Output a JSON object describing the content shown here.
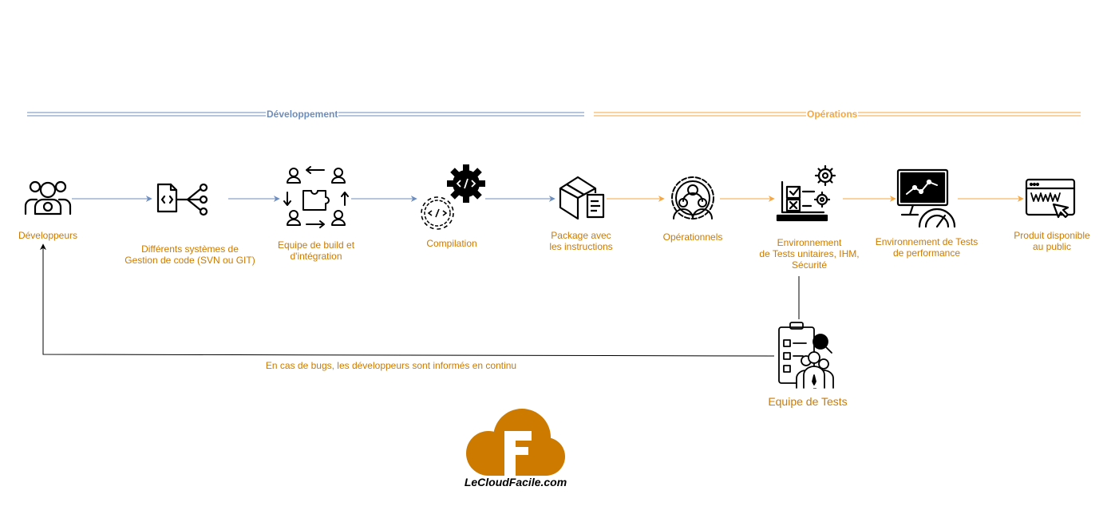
{
  "colors": {
    "dev": "#6c8ebf",
    "ops": "#f5a742",
    "label": "#cc7a00",
    "feedback": "#000000",
    "logo": "#cc7a00"
  },
  "phases": {
    "dev": "Développement",
    "ops": "Opérations"
  },
  "nodes": [
    {
      "id": "developers",
      "icon": "developers-group-icon",
      "label": "Développeurs"
    },
    {
      "id": "scm",
      "icon": "source-code-branch-icon",
      "label": "Différents systèmes de\nGestion de code (SVN ou GIT)"
    },
    {
      "id": "build-team",
      "icon": "team-cycle-icon",
      "label": "Equipe de build et\nd'intégration"
    },
    {
      "id": "compilation",
      "icon": "code-gears-icon",
      "label": "Compilation"
    },
    {
      "id": "package",
      "icon": "package-box-icon",
      "label": "Package avec\nles instructions"
    },
    {
      "id": "operations",
      "icon": "operations-team-gear-icon",
      "label": "Opérationnels"
    },
    {
      "id": "test-env",
      "icon": "testing-laptop-icon",
      "label": "Environnement\nde Tests unitaires, IHM,\nSécurité"
    },
    {
      "id": "perf-env",
      "icon": "performance-monitor-icon",
      "label": "Environnement de Tests\nde performance"
    },
    {
      "id": "public",
      "icon": "www-browser-icon",
      "label": "Produit disponible\nau public"
    }
  ],
  "test_team": {
    "icon": "test-team-clipboard-icon",
    "label": "Equipe de Tests"
  },
  "feedback": {
    "label": "En cas de bugs, les développeurs sont informés en continu"
  },
  "logo": {
    "text": "LeCloudFacile.com",
    "icon": "lecloudfacile-logo-icon"
  }
}
